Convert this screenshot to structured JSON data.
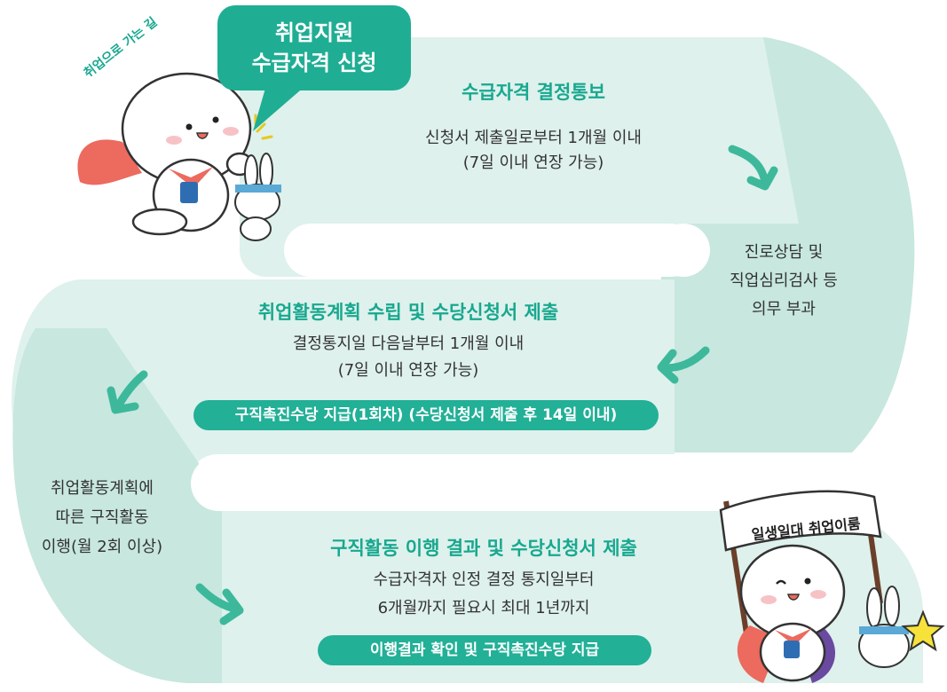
{
  "bubble": {
    "line1": "취업지원",
    "line2": "수급자격 신청"
  },
  "arc_text": "취업으로 가는 길",
  "step1": {
    "title": "수급자격 결정통보",
    "line1": "신청서 제출일로부터 1개월 이내",
    "line2": "(7일 이내 연장 가능)"
  },
  "side_right": {
    "line1": "진로상담 및",
    "line2": "직업심리검사 등",
    "line3": "의무 부과"
  },
  "step2": {
    "title": "취업활동계획 수립 및 수당신청서 제출",
    "line1": "결정통지일 다음날부터 1개월 이내",
    "line2": "(7일 이내 연장 가능)",
    "pill": "구직촉진수당 지급(1회차) (수당신청서 제출 후 14일 이내)"
  },
  "side_left": {
    "line1": "취업활동계획에",
    "line2": "따른 구직활동",
    "line3": "이행(월 2회 이상)"
  },
  "step3": {
    "title": "구직활동 이행 결과 및 수당신청서 제출",
    "line1": "수급자격자 인정 결정 통지일부터",
    "line2": "6개월까지 필요시 최대 1년까지",
    "pill": "이행결과 확인 및 구직촉진수당 지급"
  },
  "banner": "일생일대 취업이룸",
  "colors": {
    "light": "#def1ec",
    "mid": "#c7e7df",
    "accent": "#1fae93",
    "pill": "#22b097",
    "arrow": "#3db89b"
  }
}
